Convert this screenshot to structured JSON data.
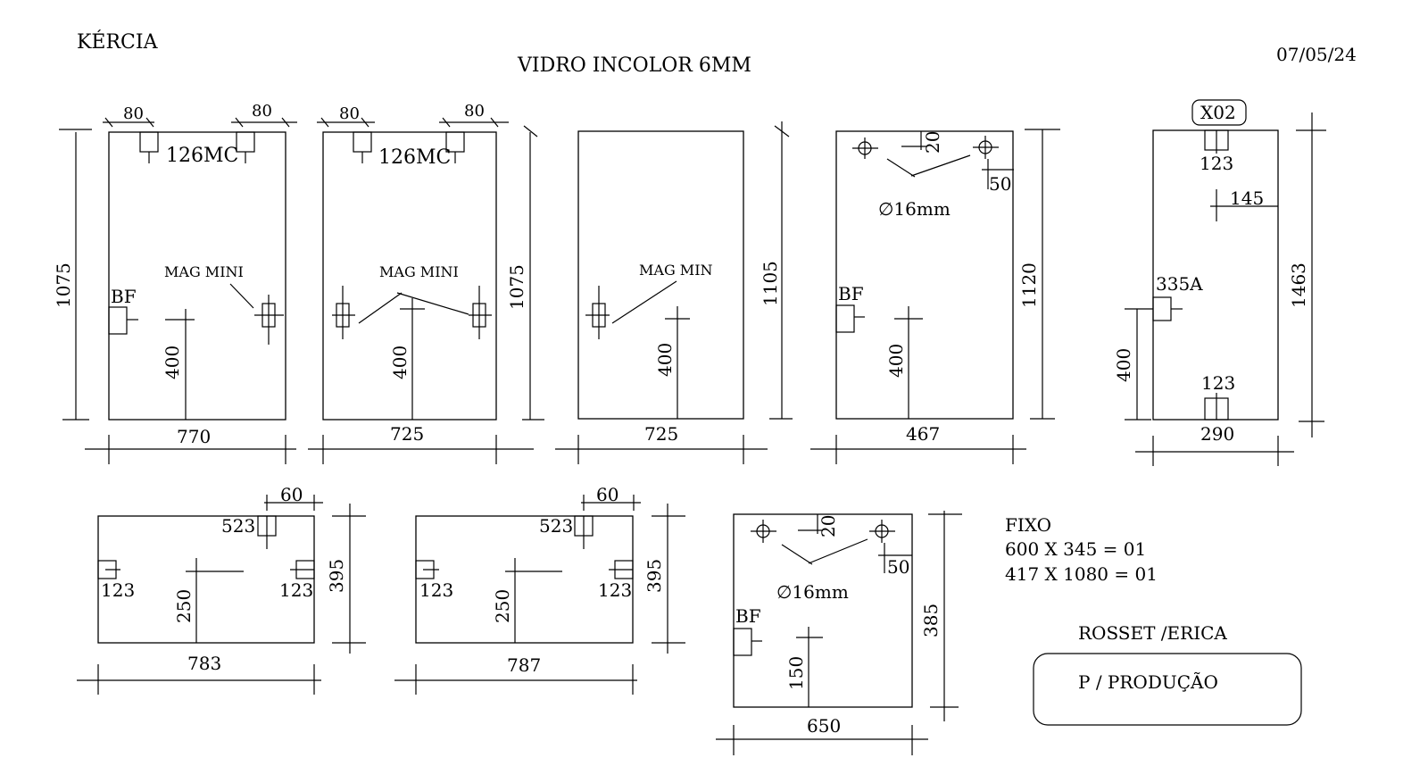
{
  "header": {
    "client": "KÉRCIA",
    "material": "VIDRO INCOLOR 6MM",
    "date": "07/05/24"
  },
  "panels": {
    "p1": {
      "width": "770",
      "height": "1075",
      "top_left": "80",
      "top_right": "80",
      "hardware": "126MC",
      "lock": "MAG MINI",
      "bf": "BF",
      "handle": "400"
    },
    "p2": {
      "width": "725",
      "height": "1075",
      "top_left": "80",
      "top_right": "80",
      "hardware": "126MC",
      "lock": "MAG MINI",
      "handle": "400"
    },
    "p3": {
      "width": "725",
      "height": "1105",
      "lock": "MAG MIN",
      "handle": "400"
    },
    "p4": {
      "width": "467",
      "height": "1120",
      "offset_top": "20",
      "offset_side": "50",
      "hole": "∅16mm",
      "bf": "BF",
      "handle": "400"
    },
    "p5": {
      "width": "290",
      "height": "1463",
      "tag": "X02",
      "top_fitting": "123",
      "offset": "145",
      "side_fitting": "335A",
      "bottom_fitting": "123",
      "handle": "400"
    },
    "p6": {
      "width": "783",
      "height": "395",
      "offset": "60",
      "top_fitting": "523",
      "left_fitting": "123",
      "right_fitting": "123",
      "handle": "250"
    },
    "p7": {
      "width": "787",
      "height": "395",
      "offset": "60",
      "top_fitting": "523",
      "left_fitting": "123",
      "right_fitting": "123",
      "handle": "250"
    },
    "p8": {
      "width": "650",
      "height": "385",
      "offset_top": "20",
      "offset_side": "50",
      "hole": "∅16mm",
      "bf": "BF",
      "handle": "150"
    }
  },
  "notes": {
    "fixo_title": "FIXO",
    "fixo_line1": "600 X 345 = 01",
    "fixo_line2": "417 X 1080 = 01",
    "client_names": "ROSSET /ERICA",
    "stamp": "P / PRODUÇÃO"
  }
}
